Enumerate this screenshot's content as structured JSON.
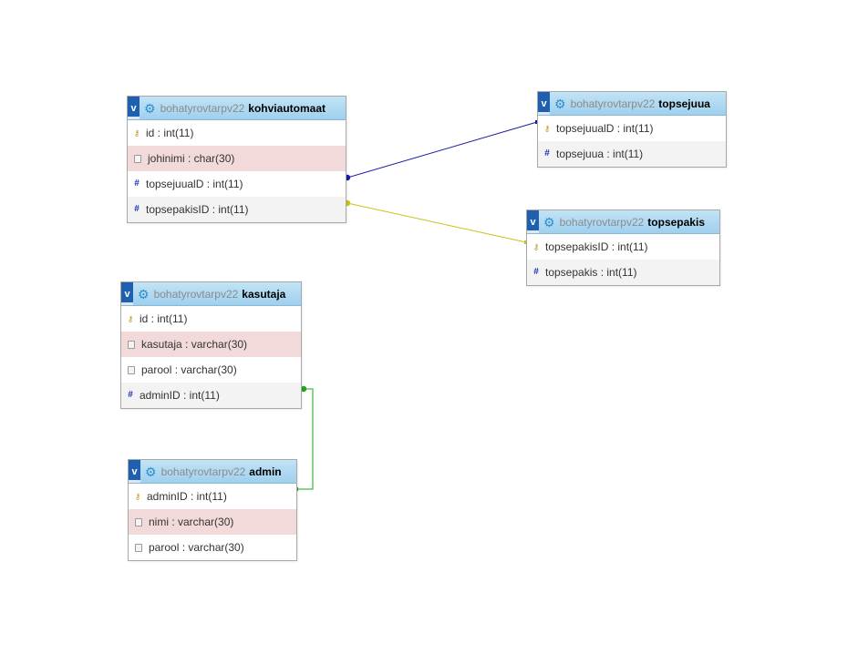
{
  "database": "bohatyrovtarpv22",
  "header_button": "v",
  "tables": [
    {
      "name": "kohviautomaat",
      "fields": [
        {
          "text": "id : int(11)",
          "icon": "primary-key-icon",
          "style": "white"
        },
        {
          "text": "johinimi : char(30)",
          "icon": "field-icon",
          "style": "highlight"
        },
        {
          "text": "topsejuualD : int(11)",
          "icon": "index-icon",
          "style": "white"
        },
        {
          "text": "topsepakisID : int(11)",
          "icon": "index-icon",
          "style": "alt"
        }
      ]
    },
    {
      "name": "topsejuua",
      "fields": [
        {
          "text": "topsejuualD : int(11)",
          "icon": "primary-key-icon",
          "style": "white"
        },
        {
          "text": "topsejuua : int(11)",
          "icon": "index-icon",
          "style": "alt"
        }
      ]
    },
    {
      "name": "topsepakis",
      "fields": [
        {
          "text": "topsepakisID : int(11)",
          "icon": "primary-key-icon",
          "style": "white"
        },
        {
          "text": "topsepakis : int(11)",
          "icon": "index-icon",
          "style": "alt"
        }
      ]
    },
    {
      "name": "kasutaja",
      "fields": [
        {
          "text": "id : int(11)",
          "icon": "primary-key-icon",
          "style": "white"
        },
        {
          "text": "kasutaja : varchar(30)",
          "icon": "field-icon",
          "style": "highlight"
        },
        {
          "text": "parool : varchar(30)",
          "icon": "field-icon",
          "style": "white"
        },
        {
          "text": "adminID : int(11)",
          "icon": "index-icon",
          "style": "alt"
        }
      ]
    },
    {
      "name": "admin",
      "fields": [
        {
          "text": "adminID : int(11)",
          "icon": "primary-key-icon",
          "style": "white"
        },
        {
          "text": "nimi : varchar(30)",
          "icon": "field-icon",
          "style": "highlight"
        },
        {
          "text": "parool : varchar(30)",
          "icon": "field-icon",
          "style": "white"
        }
      ]
    }
  ],
  "relations": [
    {
      "from": "kohviautomaat.topsejuualD",
      "to": "topsejuua.topsejuualD",
      "color": "#1a1aa6"
    },
    {
      "from": "kohviautomaat.topsepakisID",
      "to": "topsepakis.topsepakisID",
      "color": "#c9c21a"
    },
    {
      "from": "kasutaja.adminID",
      "to": "admin.adminID",
      "color": "#1ea51e"
    }
  ]
}
